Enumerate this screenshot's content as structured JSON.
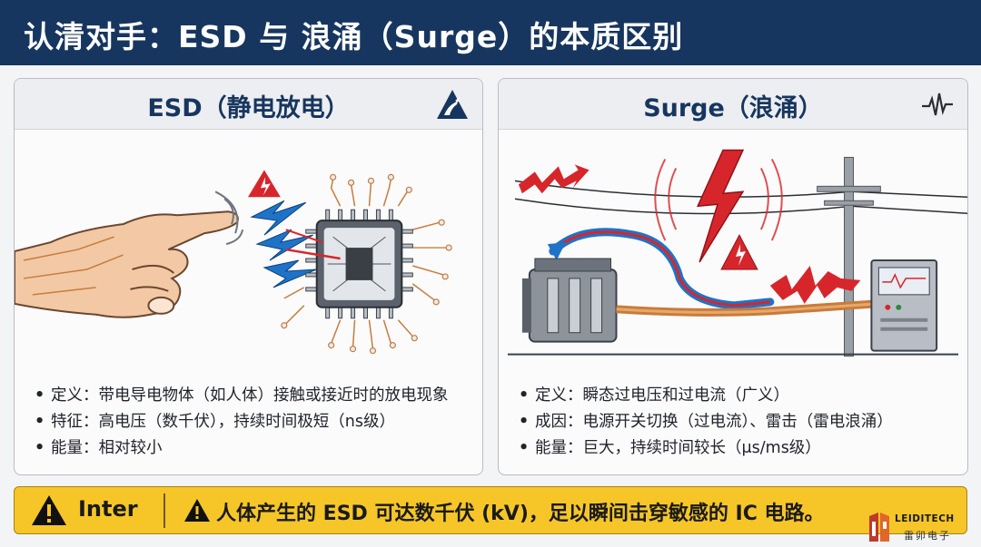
{
  "title": "认清对手：ESD 与 浪涌（Surge）的本质区别",
  "esd": {
    "heading": "ESD（静电放电）",
    "icon": "esd-warning-icon",
    "bullets": [
      "定义：带电导电物体（如人体）接触或接近时的放电现象",
      "特征：高电压（数千伏），持续时间极短（ns级）",
      "能量：相对较小"
    ]
  },
  "surge": {
    "heading": "Surge（浪涌）",
    "icon": "surge-waveform-icon",
    "bullets": [
      "定义：瞬态过电压和过电流（广义）",
      "成因：电源开关切换（过电流）、雷击（雷电浪涌）",
      "能量：巨大，持续时间较长（μs/ms级）"
    ]
  },
  "banner": {
    "label": "Inter",
    "message": "人体产生的 ESD 可达数千伏 (kV)，足以瞬间击穿敏感的 IC 电路。"
  },
  "logo": {
    "name_en": "LEIDITECH",
    "name_cn": "雷卯电子"
  },
  "colors": {
    "title_bg": "#17365f",
    "accent_red": "#d7262b",
    "accent_blue": "#1e73c8",
    "banner_yellow": "#f6c628",
    "copper": "#c77c3c"
  }
}
